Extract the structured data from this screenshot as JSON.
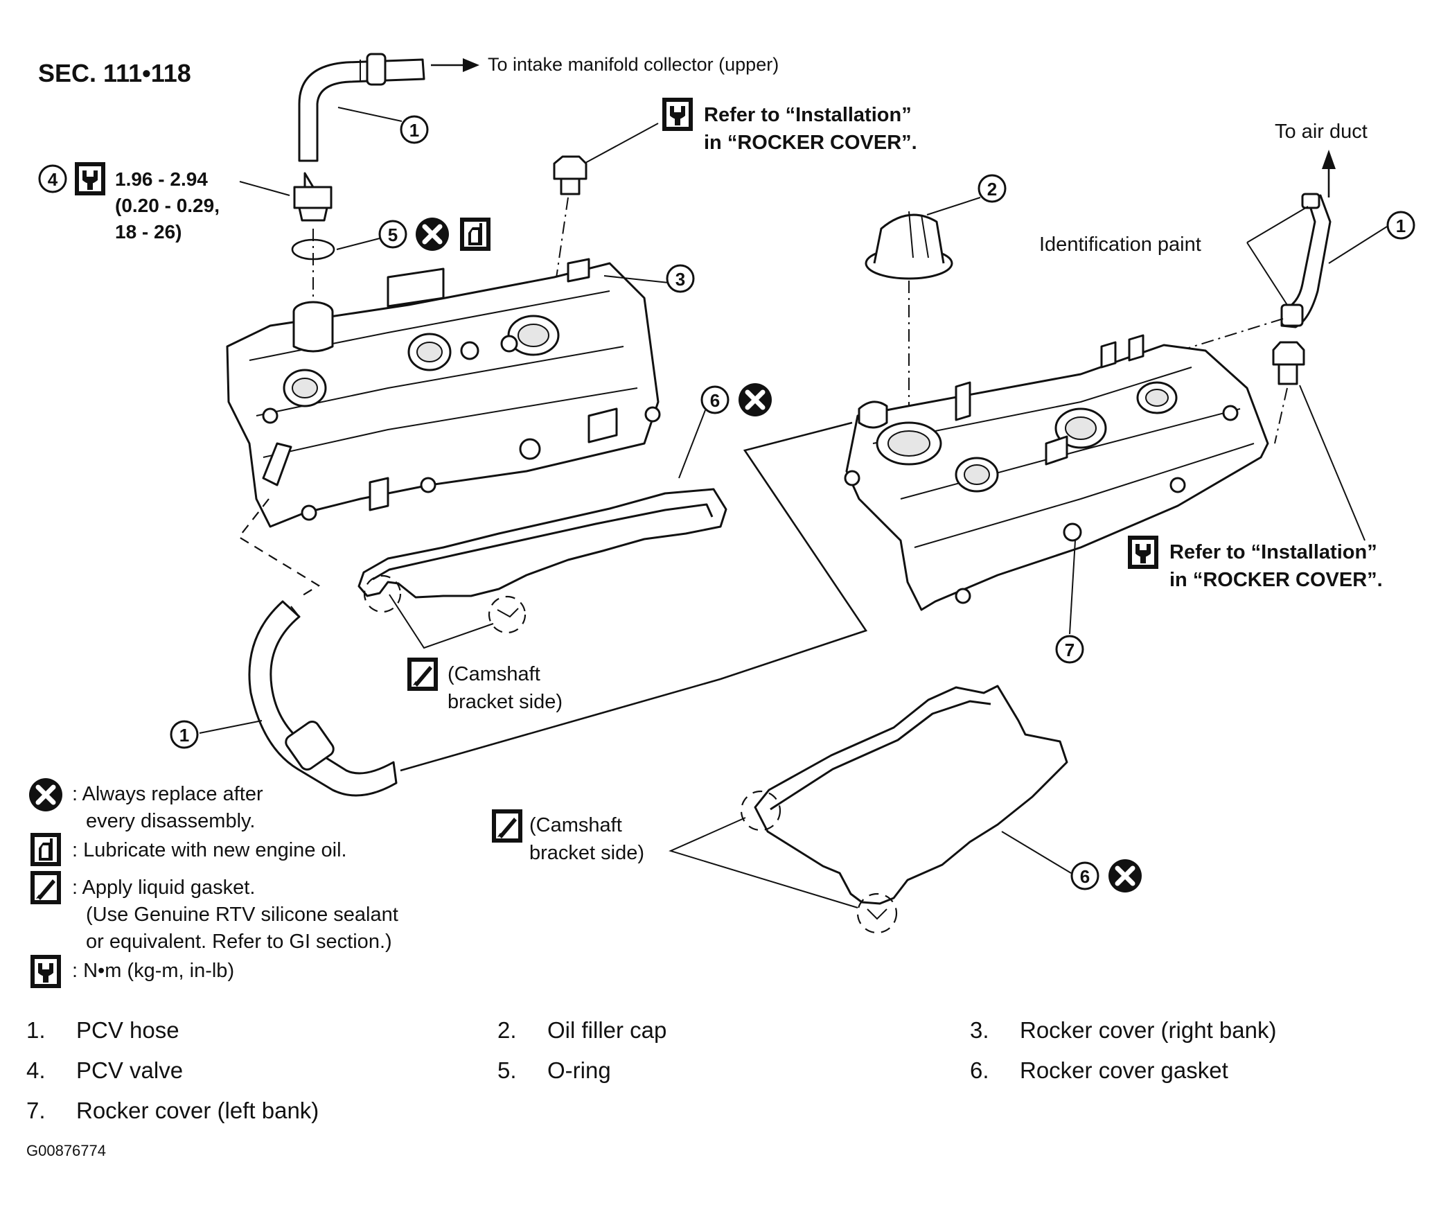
{
  "section_ref": "SEC. 111•118",
  "figure_id": "G00876774",
  "callouts": {
    "pcv_hose_top": "1",
    "pcv_hose_right": "1",
    "pcv_hose_bottom": "1",
    "oil_filler_cap": "2",
    "rocker_cover_right": "3",
    "pcv_valve": "4",
    "o_ring": "5",
    "gasket_upper": "6",
    "gasket_lower": "6",
    "rocker_cover_left": "7"
  },
  "labels": {
    "to_intake": "To intake manifold collector (upper)",
    "to_air_duct": "To air duct",
    "identification_paint": "Identification paint",
    "torque_line1": "1.96 - 2.94",
    "torque_line2": "(0.20 - 0.29,",
    "torque_line3": "18 - 26)",
    "refer_top_line1": "Refer to “Installation”",
    "refer_top_line2": "in “ROCKER COVER”.",
    "refer_right_line1": "Refer to “Installation”",
    "refer_right_line2": "in “ROCKER COVER”.",
    "camshaft_upper_line1": "(Camshaft",
    "camshaft_upper_line2": "bracket side)",
    "camshaft_lower_line1": "(Camshaft",
    "camshaft_lower_line2": "bracket side)"
  },
  "legend": {
    "replace_line1": ": Always replace after",
    "replace_line2": "every disassembly.",
    "lubricate": ": Lubricate with new engine oil.",
    "gasket_line1": ": Apply liquid gasket.",
    "gasket_line2": "(Use Genuine RTV silicone sealant",
    "gasket_line3": "or equivalent. Refer to GI section.)",
    "torque_units": ": N•m (kg-m, in-lb)"
  },
  "icons": {
    "replace": "x-circle-icon",
    "lubricate": "oil-can-icon",
    "liquid_gasket": "gasket-tube-icon",
    "torque": "torque-wrench-icon"
  },
  "parts_list": [
    {
      "num": "1.",
      "name": "PCV hose"
    },
    {
      "num": "2.",
      "name": "Oil filler cap"
    },
    {
      "num": "3.",
      "name": "Rocker cover (right bank)"
    },
    {
      "num": "4.",
      "name": "PCV valve"
    },
    {
      "num": "5.",
      "name": "O-ring"
    },
    {
      "num": "6.",
      "name": "Rocker cover gasket"
    },
    {
      "num": "7.",
      "name": "Rocker cover (left bank)"
    }
  ]
}
